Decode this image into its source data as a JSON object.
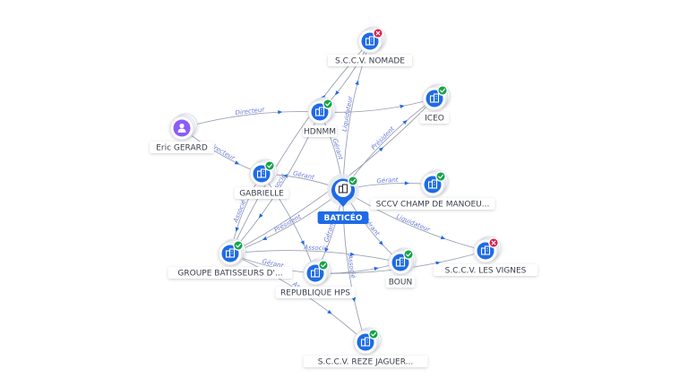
{
  "colors": {
    "company": "#1e6be6",
    "person": "#8b5cf6",
    "active": "#16a34a",
    "inactive": "#e11d48",
    "edge": "#8a90a6",
    "edgeLabel": "#6a7bd8"
  },
  "center": {
    "id": "baticeo",
    "label": "BATICÉO",
    "status": "active"
  },
  "nodes": [
    {
      "id": "nomade",
      "label": "S.C.C.V. NOMADE",
      "type": "company",
      "status": "inactive"
    },
    {
      "id": "hdnmm",
      "label": "HDNMM",
      "type": "company",
      "status": "active"
    },
    {
      "id": "iceo",
      "label": "ICEO",
      "type": "company",
      "status": "active"
    },
    {
      "id": "eric",
      "label": "Eric GERARD",
      "type": "person",
      "status": ""
    },
    {
      "id": "gabrielle",
      "label": "GABRIELLE",
      "type": "company",
      "status": "active"
    },
    {
      "id": "sccv_champ",
      "label": "SCCV CHAMP DE MANOEU...",
      "type": "company",
      "status": "active"
    },
    {
      "id": "vignes",
      "label": "S.C.C.V. LES VIGNES",
      "type": "company",
      "status": "inactive"
    },
    {
      "id": "groupe",
      "label": "GROUPE BATISSEURS D'...",
      "type": "company",
      "status": "active"
    },
    {
      "id": "boun",
      "label": "BOUN",
      "type": "company",
      "status": "active"
    },
    {
      "id": "rep_hps",
      "label": "REPUBLIQUE HPS",
      "type": "company",
      "status": "active"
    },
    {
      "id": "reze",
      "label": "S.C.C.V. REZE JAGUER...",
      "type": "company",
      "status": "active"
    }
  ],
  "edges": [
    {
      "from": "eric",
      "to": "hdnmm",
      "label": "Directeur"
    },
    {
      "from": "eric",
      "to": "gabrielle",
      "label": "Directeur"
    },
    {
      "from": "baticeo",
      "to": "nomade",
      "label": "Liquidateur"
    },
    {
      "from": "baticeo",
      "to": "hdnmm",
      "label": "Gérant"
    },
    {
      "from": "baticeo",
      "to": "iceo",
      "label": "Président"
    },
    {
      "from": "baticeo",
      "to": "gabrielle",
      "label": "Gérant"
    },
    {
      "from": "baticeo",
      "to": "sccv_champ",
      "label": "Gérant"
    },
    {
      "from": "baticeo",
      "to": "vignes",
      "label": "Liquidateur"
    },
    {
      "from": "baticeo",
      "to": "groupe",
      "label": "Président"
    },
    {
      "from": "baticeo",
      "to": "boun",
      "label": "Gérant"
    },
    {
      "from": "baticeo",
      "to": "rep_hps",
      "label": "Gérant"
    },
    {
      "from": "baticeo",
      "to": "reze",
      "label": "Associé"
    },
    {
      "from": "hdnmm",
      "to": "groupe",
      "label": "Associé"
    },
    {
      "from": "gabrielle",
      "to": "groupe",
      "label": "Associé"
    },
    {
      "from": "groupe",
      "to": "boun",
      "label": "Associé"
    },
    {
      "from": "groupe",
      "to": "rep_hps",
      "label": "Gérant"
    },
    {
      "from": "groupe",
      "to": "reze",
      "label": "Associé"
    },
    {
      "from": "hdnmm",
      "to": "iceo",
      "label": ""
    },
    {
      "from": "nomade",
      "to": "hdnmm",
      "label": ""
    },
    {
      "from": "rep_hps",
      "to": "vignes",
      "label": ""
    },
    {
      "from": "gabrielle",
      "to": "rep_hps",
      "label": ""
    },
    {
      "from": "groupe",
      "to": "iceo",
      "label": ""
    },
    {
      "from": "groupe",
      "to": "nomade",
      "label": ""
    },
    {
      "from": "rep_hps",
      "to": "boun",
      "label": ""
    }
  ]
}
